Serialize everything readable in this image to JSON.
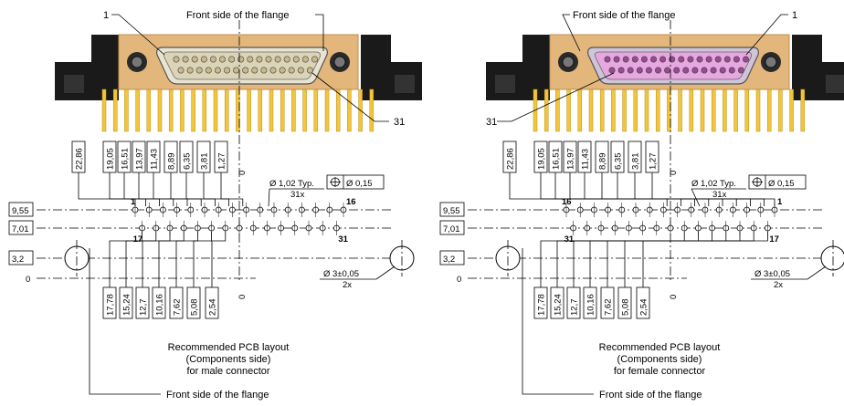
{
  "labels": {
    "front_flange": "Front side of the flange",
    "pin1": "1",
    "pin31": "31",
    "pin16": "16",
    "pin17": "17",
    "zero": "0"
  },
  "top_dims": [
    "22,86",
    "19,05",
    "16,51",
    "13,97",
    "11,43",
    "8,89",
    "6,35",
    "3,81",
    "1,27"
  ],
  "bottom_dims": [
    "17,78",
    "15,24",
    "12,7",
    "10,16",
    "7,62",
    "5,08",
    "2,54"
  ],
  "vert_dims": [
    "9,55",
    "7,01",
    "3,2"
  ],
  "annotations": {
    "hole_dia": "Ø 1,02 Typ.",
    "hole_count": "31x",
    "tolerance": "Ø 0,15",
    "mount_dia": "Ø 3±0,05",
    "mount_count": "2x"
  },
  "male": {
    "caption1": "Recommended PCB layout",
    "caption2": "(Components side)",
    "caption3": "for male connector"
  },
  "female": {
    "caption1": "Recommended PCB layout",
    "caption2": "(Components side)",
    "caption3": "for female connector"
  },
  "colors": {
    "body": "#e3b77c",
    "body_dark": "#c28e4e",
    "pins": "#f2c53a",
    "black": "#1a1a1a",
    "male_insert": "#dcd4b8",
    "female_insert": "#e7a8e0"
  }
}
